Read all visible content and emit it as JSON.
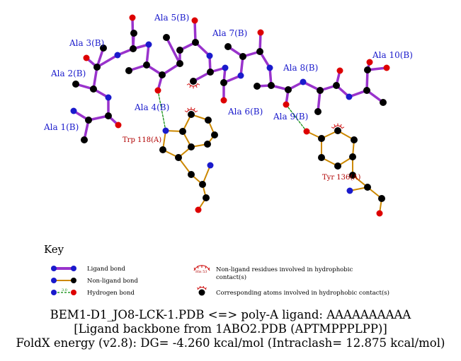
{
  "ligand_residues": [
    "Ala 1(B)",
    "Ala 2(B)",
    "Ala 3(B)",
    "Ala 4(B)",
    "Ala 5(B)",
    "Ala 6(B)",
    "Ala 7(B)",
    "Ala 8(B)",
    "Ala 9(B)",
    "Ala 10(B)"
  ],
  "nonligand_residues": [
    "Trp 118(A)",
    "Tyr 136(A)"
  ],
  "key": {
    "title": "Key",
    "ligand_bond": "Ligand bond",
    "nonligand_bond": "Non-ligand bond",
    "hydrogen_bond": "Hydrogen bond",
    "hbond_distance": "3.0",
    "hydrophobic_example": "His 53",
    "hydrophobic_residues_line1": "Non-ligand residues involved in hydrophobic",
    "hydrophobic_residues_line2": "contact(s)",
    "hydrophobic_atoms": "Corresponding atoms involved in hydrophobic contact(s)"
  },
  "caption": {
    "line1": "BEM1-D1_JO8-LCK-1.PDB <=> poly-A ligand: AAAAAAAAAA",
    "line2": "[Ligand backbone from 1ABO2.PDB (APTMPPPLPP)]",
    "line3": "FoldX energy (v2.8): DG= -4.260 kcal/mol (Intraclash= 12.875 kcal/mol)"
  },
  "colors": {
    "ligand_bond": "#9933cc",
    "nonligand_bond": "#cc8800",
    "hydrogen_bond": "#008800",
    "carbon": "#000000",
    "nitrogen": "#1a1acc",
    "oxygen": "#dd0000",
    "hydrophobic": "#cc0000",
    "ligand_label": "#1a1acc",
    "residue_label": "#b00000"
  }
}
